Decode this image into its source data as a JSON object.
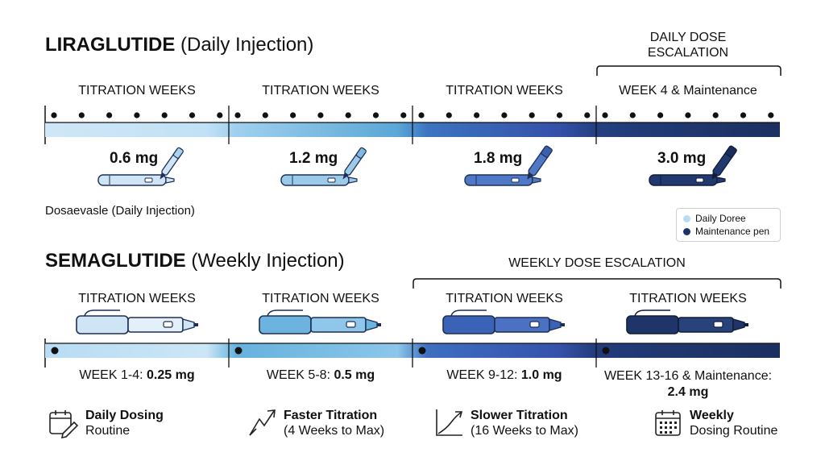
{
  "liraglutide": {
    "title_bold": "LIRAGLUTIDE",
    "title_sub": "(Daily Injection)",
    "bracket_label_line1": "DAILY DOSE",
    "bracket_label_line2": "ESCALATION",
    "segments": [
      {
        "label": "TITRATION WEEKS",
        "dose": "0.6 mg"
      },
      {
        "label": "TITRATION WEEKS",
        "dose": "1.2 mg"
      },
      {
        "label": "TITRATION WEEKS",
        "dose": "1.8 mg"
      },
      {
        "label": "WEEK 4 & Maintenance",
        "dose": "3.0 mg"
      }
    ],
    "note": "Dosaevasle (Daily Injection)",
    "legend": [
      {
        "label": "Daily Doree",
        "color": "#b9dcf3"
      },
      {
        "label": "Maintenance pen",
        "color": "#1d3466"
      }
    ]
  },
  "semaglutide": {
    "title_bold": "SEMAGLUTIDE",
    "title_sub": "(Weekly Injection)",
    "bracket_label": "WEEKLY DOSE ESCALATION",
    "segments": [
      {
        "label": "TITRATION WEEKS",
        "week": "WEEK 1-4:",
        "dose": "0.25 mg"
      },
      {
        "label": "TITRATION WEEKS",
        "week": "WEEK 5-8:",
        "dose": "0.5 mg"
      },
      {
        "label": "TITRATION WEEKS",
        "week": "WEEK 9-12:",
        "dose": "1.0 mg"
      },
      {
        "label": "TITRATION WEEKS",
        "week": "WEEK 13-16 & Maintenance:",
        "dose": "2.4 mg"
      }
    ]
  },
  "features": [
    {
      "icon": "calendar-pen-icon",
      "title": "Daily Dosing",
      "subtitle": "Routine"
    },
    {
      "icon": "fast-arrow-icon",
      "title": "Faster Titration",
      "subtitle": "(4 Weeks to Max)"
    },
    {
      "icon": "slow-curve-icon",
      "title": "Slower Titration",
      "subtitle": "(16 Weeks to Max)"
    },
    {
      "icon": "calendar-grid-icon",
      "title": "Weekly",
      "subtitle": "Dosing Routine"
    }
  ],
  "colors": {
    "segment_1": "#bfe0f5",
    "segment_2": "#6db3de",
    "segment_3": "#3a62b7",
    "segment_4": "#1d3466",
    "dark": "#111111"
  }
}
